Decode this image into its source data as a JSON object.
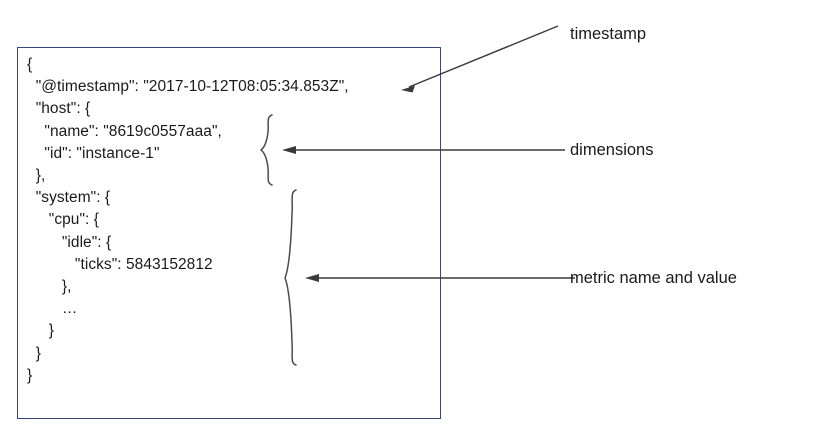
{
  "diagram": {
    "kind": "json-document-annotation",
    "colors": {
      "panel_border": "#36477c",
      "text": "#1a1a1a",
      "arrow": "#3a3a3a",
      "brace": "#4a4a55",
      "background": "#ffffff"
    },
    "json_panel": {
      "name": "metric-document",
      "code": "{\n  \"@timestamp\": \"2017-10-12T08:05:34.853Z\",\n  \"host\": {\n    \"name\": \"8619c0557aaa\",\n    \"id\": \"instance-1\"\n  },\n  \"system\": {\n     \"cpu\": {\n        \"idle\": {\n           \"ticks\": 5843152812\n        },\n        …\n     }\n  }\n}",
      "lines": [
        "{",
        "  \"@timestamp\": \"2017-10-12T08:05:34.853Z\",",
        "  \"host\": {",
        "    \"name\": \"8619c0557aaa\",",
        "    \"id\": \"instance-1\"",
        "  },",
        "  \"system\": {",
        "     \"cpu\": {",
        "        \"idle\": {",
        "           \"ticks\": 5843152812",
        "        },",
        "        …",
        "     }",
        "  }",
        "}"
      ],
      "fields": {
        "timestamp_key": "@timestamp",
        "timestamp_value": "2017-10-12T08:05:34.853Z",
        "host_name_key": "name",
        "host_name_value": "8619c0557aaa",
        "host_id_key": "id",
        "host_id_value": "instance-1",
        "metric_path": "system.cpu.idle.ticks",
        "metric_value": "5843152812",
        "ellipsis": "…"
      }
    },
    "annotations": [
      {
        "id": "timestamp",
        "label": "timestamp",
        "connector": "diagonal-arrow",
        "points_to": "@timestamp line"
      },
      {
        "id": "dimensions",
        "label": "dimensions",
        "connector": "horizontal-arrow-with-brace",
        "points_to": "host object"
      },
      {
        "id": "metric",
        "label": "metric name and value",
        "connector": "horizontal-arrow-with-brace",
        "points_to": "system.cpu.idle.ticks"
      }
    ]
  }
}
